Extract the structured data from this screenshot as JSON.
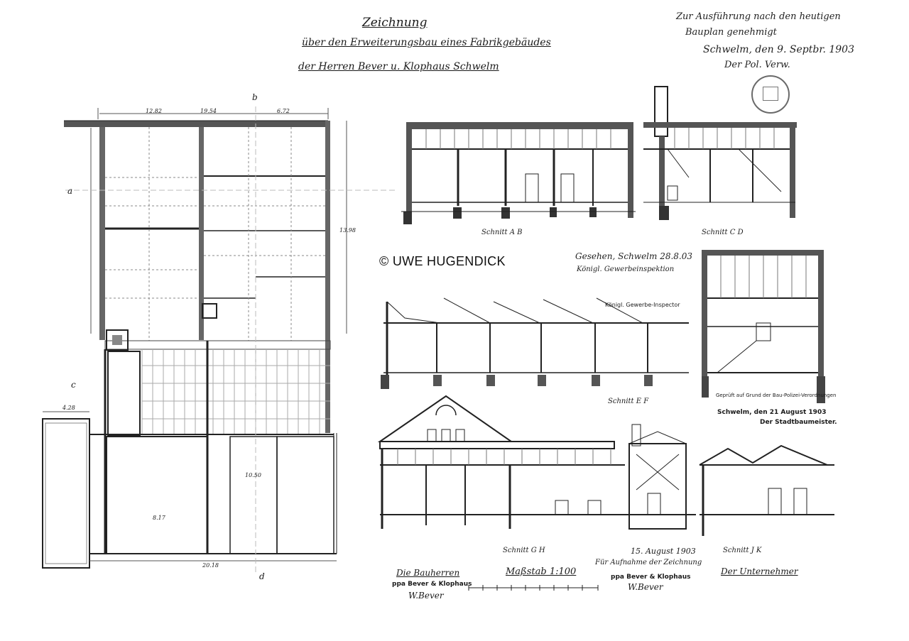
{
  "document": {
    "title_line1": "Zeichnung",
    "title_line2": "über den Erweiterungsbau eines Fabrikgebäudes",
    "title_line3": "der Herren Bever u. Klophaus Schwelm"
  },
  "approval_note": {
    "line1": "Zur Ausführung nach den heutigen",
    "line2": "Bauplan genehmigt",
    "line3": "Schwelm, den 9. Septbr. 1903",
    "line4": "Der Pol. Verw."
  },
  "watermark": "© UWE HUGENDICK",
  "gewerbe_note": {
    "line1": "Gesehen, Schwelm 28.8.03",
    "line2": "Königl. Gewerbeinspektion",
    "line3": "Königl. Gewerbe-Inspector"
  },
  "section_labels": {
    "ab": "Schnitt A B",
    "cd": "Schnitt C D",
    "ef": "Schnitt E F",
    "gh": "Schnitt G H",
    "ik": "Schnitt J K"
  },
  "police_check": {
    "line1": "Geprüft auf Grund der Bau-Polizei-Verordnungen",
    "line2": "Schwelm, den 21 August 1903",
    "line3": "Der Stadtbaumeister."
  },
  "footer": {
    "bauherr_label": "Die Bauherren",
    "bauherr_firm": "ppa Bever & Klophaus",
    "bauherr_sign": "W.Bever",
    "scale": "Maßstab 1:100",
    "date": "15. August 1903",
    "note": "Für Aufnahme der Zeichnung",
    "firm2": "ppa Bever & Klophaus",
    "sign2": "W.Bever",
    "unternehmer_label": "Der Unternehmer"
  },
  "plan_letters": {
    "a": "a",
    "b": "b",
    "c": "c",
    "d": "d"
  },
  "dimensions": [
    "19.54",
    "12.82",
    "6.72",
    "13.98",
    "4.28",
    "20.18",
    "10.50",
    "8.17"
  ]
}
